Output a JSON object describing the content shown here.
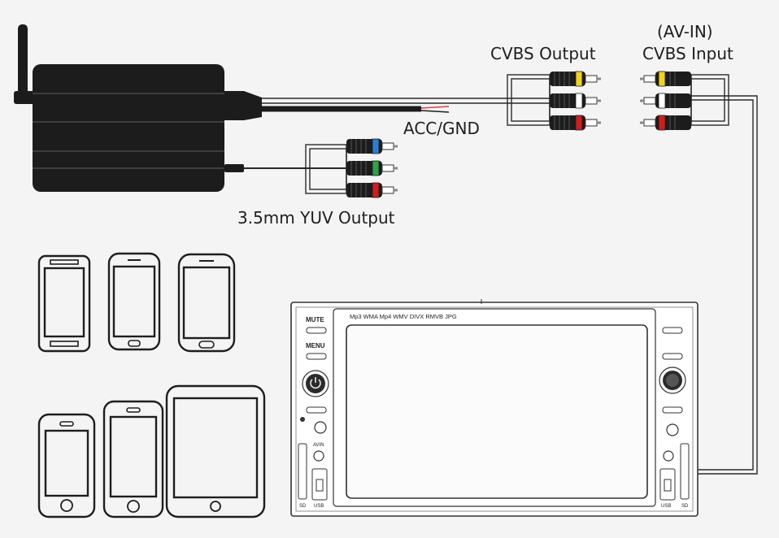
{
  "labels": {
    "cvbs_output": "CVBS Output",
    "av_in": "(AV-IN)",
    "cvbs_input": "CVBS Input",
    "acc_gnd": "ACC/GND",
    "yuv_output": "3.5mm YUV Output"
  },
  "head_unit": {
    "media_formats": "Mp3 WMA Mp4 WMV DIVX RMVB JPG",
    "mute": "MUTE",
    "menu": "MENU",
    "avin": "AVIN",
    "sd_left": "SD",
    "usb_left": "USB",
    "sd_right": "SD",
    "usb_right": "USB"
  },
  "colors": {
    "box": "#1c1c1c",
    "yellow": "#f2d21a",
    "red": "#d21d1d",
    "blue": "#2a7fd4",
    "green": "#2fa24a",
    "acc_wire_red": "#d64040",
    "outline": "#2a2a2a"
  },
  "rca_plugs": {
    "cvbs_output": [
      "yellow",
      "white",
      "red"
    ],
    "cvbs_input": [
      "yellow",
      "white",
      "red"
    ],
    "yuv_output": [
      "blue",
      "green",
      "red"
    ]
  },
  "devices": [
    "phone",
    "phone",
    "phone",
    "phone",
    "phone",
    "tablet"
  ]
}
